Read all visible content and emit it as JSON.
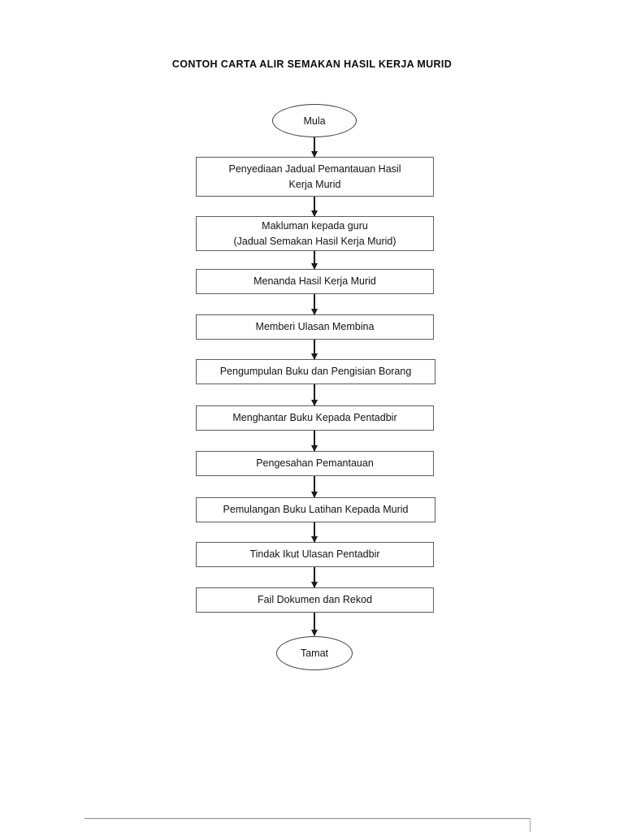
{
  "document": {
    "title": "CONTOH CARTA ALIR SEMAKAN HASIL KERJA MURID",
    "page_background": "#ffffff",
    "text_color": "#131313",
    "box_border_color": "#5d5d5d",
    "terminator_border_color": "#3f3f3f",
    "connector_color": "#1c1c1c",
    "footer_rule_color": "#8a8a8a"
  },
  "flowchart": {
    "type": "flowchart",
    "orientation": "vertical-top-to-bottom",
    "start": {
      "shape": "oval",
      "label": "Mula"
    },
    "end": {
      "shape": "oval",
      "label": "Tamat"
    },
    "steps": [
      {
        "index": 1,
        "shape": "rectangle",
        "label": "Penyediaan Jadual Pemantauan Hasil\nKerja Murid",
        "lines": 2
      },
      {
        "index": 2,
        "shape": "rectangle",
        "label": "Makluman kepada guru\n(Jadual Semakan Hasil Kerja Murid)",
        "lines": 2
      },
      {
        "index": 3,
        "shape": "rectangle",
        "label": "Menanda Hasil Kerja Murid",
        "lines": 1
      },
      {
        "index": 4,
        "shape": "rectangle",
        "label": "Memberi Ulasan Membina",
        "lines": 1
      },
      {
        "index": 5,
        "shape": "rectangle",
        "label": "Pengumpulan Buku dan Pengisian Borang",
        "lines": 1
      },
      {
        "index": 6,
        "shape": "rectangle",
        "label": "Menghantar Buku Kepada Pentadbir",
        "lines": 1
      },
      {
        "index": 7,
        "shape": "rectangle",
        "label": "Pengesahan Pemantauan",
        "lines": 1
      },
      {
        "index": 8,
        "shape": "rectangle",
        "label": "Pemulangan Buku Latihan Kepada Murid",
        "lines": 1
      },
      {
        "index": 9,
        "shape": "rectangle",
        "label": "Tindak Ikut Ulasan Pentadbir",
        "lines": 1
      },
      {
        "index": 10,
        "shape": "rectangle",
        "label": "Fail Dokumen dan Rekod",
        "lines": 1
      }
    ],
    "connector_count": 11,
    "connector_style": "solid-line-with-filled-arrowhead"
  }
}
